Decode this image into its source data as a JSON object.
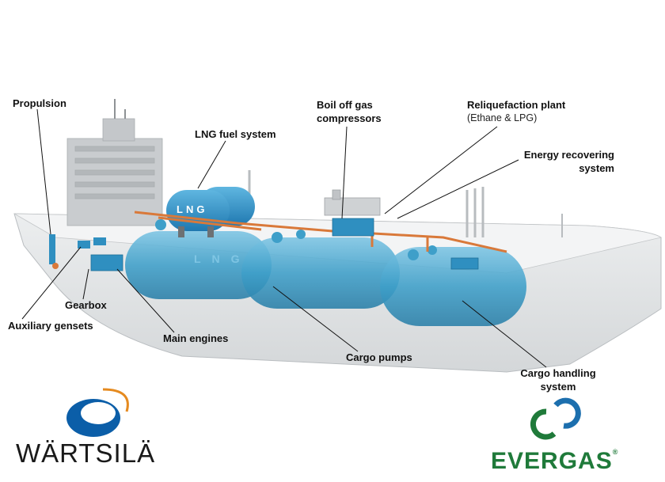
{
  "labels": {
    "propulsion": "Propulsion",
    "lng_fuel_system": "LNG fuel system",
    "boil_off_line1": "Boil off gas",
    "boil_off_line2": "compressors",
    "reliquefaction_line1": "Reliquefaction plant",
    "reliquefaction_line2": "(Ethane & LPG)",
    "energy_line1": "Energy recovering",
    "energy_line2": "system",
    "gearbox": "Gearbox",
    "auxiliary_gensets": "Auxiliary gensets",
    "main_engines": "Main engines",
    "cargo_pumps": "Cargo pumps",
    "cargo_handling_line1": "Cargo handling",
    "cargo_handling_line2": "system"
  },
  "tank_markings": {
    "fuel_tank": "LNG",
    "cargo_tank": "LNG"
  },
  "logos": {
    "wartsila": "WÄRTSILÄ",
    "evergas": "EVERGAS",
    "evergas_mark": "®"
  },
  "colors": {
    "tank_blue": "#3e9fc9",
    "hull_grey": "#d9dcde",
    "pipe_orange": "#d9793a",
    "evergas_green": "#1f7a3a",
    "evergas_blue": "#1c6fae",
    "wartsila_orange": "#e58a1f",
    "wartsila_blue": "#0b5ea8"
  }
}
